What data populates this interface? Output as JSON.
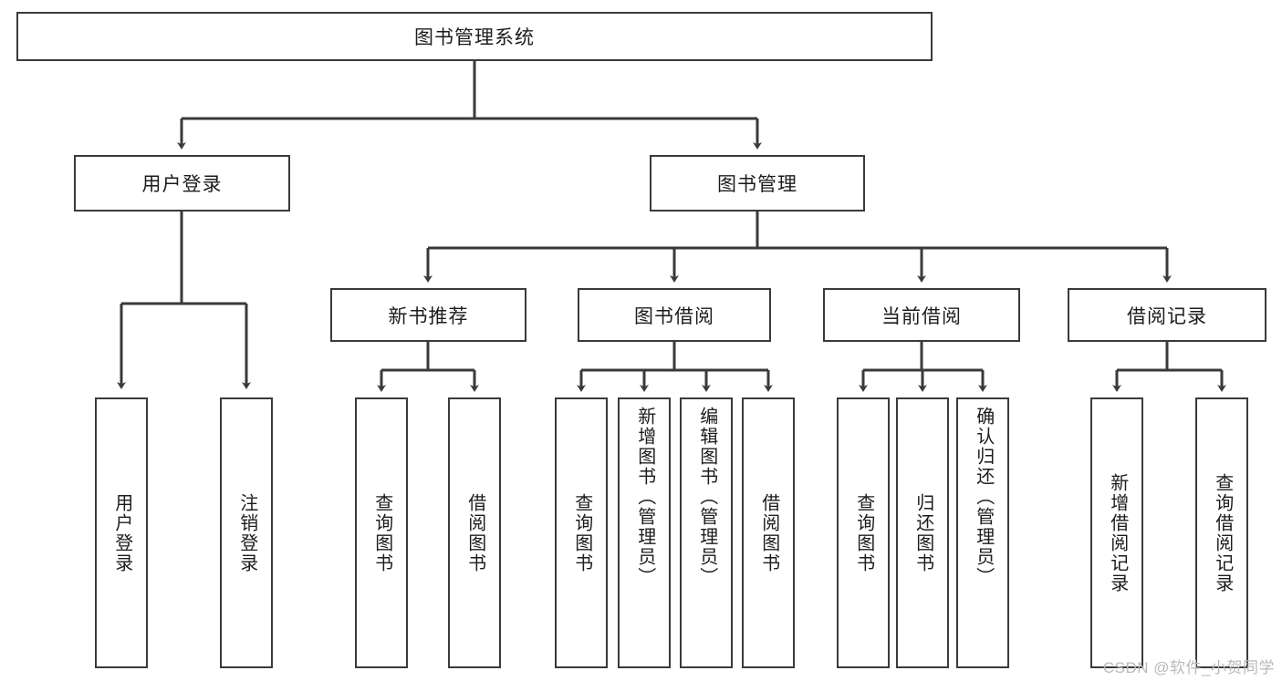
{
  "diagram": {
    "type": "tree-hierarchy-diagram",
    "title": "图书管理系统",
    "root": {
      "id": "root",
      "label": "图书管理系统",
      "orientation": "horizontal"
    },
    "level2": [
      {
        "id": "user-login",
        "label": "用户登录",
        "orientation": "horizontal"
      },
      {
        "id": "book-management",
        "label": "图书管理",
        "orientation": "horizontal"
      }
    ],
    "level3": [
      {
        "id": "new-book-recommend",
        "label": "新书推荐",
        "parent": "book-management",
        "orientation": "horizontal"
      },
      {
        "id": "book-borrow",
        "label": "图书借阅",
        "parent": "book-management",
        "orientation": "horizontal"
      },
      {
        "id": "current-borrow",
        "label": "当前借阅",
        "parent": "book-management",
        "orientation": "horizontal"
      },
      {
        "id": "borrow-record",
        "label": "借阅记录",
        "parent": "book-management",
        "orientation": "horizontal"
      }
    ],
    "leaves": [
      {
        "id": "leaf-user-login",
        "label": "用户登录",
        "parent": "user-login",
        "orientation": "vertical"
      },
      {
        "id": "leaf-logout-login",
        "label": "注销登录",
        "parent": "user-login",
        "orientation": "vertical"
      },
      {
        "id": "leaf-query-book-1",
        "label": "查询图书",
        "parent": "new-book-recommend",
        "orientation": "vertical"
      },
      {
        "id": "leaf-borrow-book-1",
        "label": "借阅图书",
        "parent": "new-book-recommend",
        "orientation": "vertical"
      },
      {
        "id": "leaf-query-book-2",
        "label": "查询图书",
        "parent": "book-borrow",
        "orientation": "vertical"
      },
      {
        "id": "leaf-add-book",
        "label": "新增图书（管理员）",
        "parent": "book-borrow",
        "orientation": "vertical"
      },
      {
        "id": "leaf-edit-book",
        "label": "编辑图书（管理员）",
        "parent": "book-borrow",
        "orientation": "vertical"
      },
      {
        "id": "leaf-borrow-book-2",
        "label": "借阅图书",
        "parent": "book-borrow",
        "orientation": "vertical"
      },
      {
        "id": "leaf-query-book-3",
        "label": "查询图书",
        "parent": "current-borrow",
        "orientation": "vertical"
      },
      {
        "id": "leaf-return-book",
        "label": "归还图书",
        "parent": "current-borrow",
        "orientation": "vertical"
      },
      {
        "id": "leaf-confirm-return",
        "label": "确认归还（管理员）",
        "parent": "current-borrow",
        "orientation": "vertical"
      },
      {
        "id": "leaf-add-record",
        "label": "新增借阅记录",
        "parent": "borrow-record",
        "orientation": "vertical"
      },
      {
        "id": "leaf-query-record",
        "label": "查询借阅记录",
        "parent": "borrow-record",
        "orientation": "vertical"
      }
    ],
    "watermark": "CSDN @软件_小贺同学",
    "colors": {
      "background": "#ffffff",
      "box_border": "#3a3a3a",
      "box_fill": "#ffffff",
      "connector": "#3a3a3a",
      "text": "#1c1c1c",
      "watermark": "#b9b9b9"
    }
  }
}
